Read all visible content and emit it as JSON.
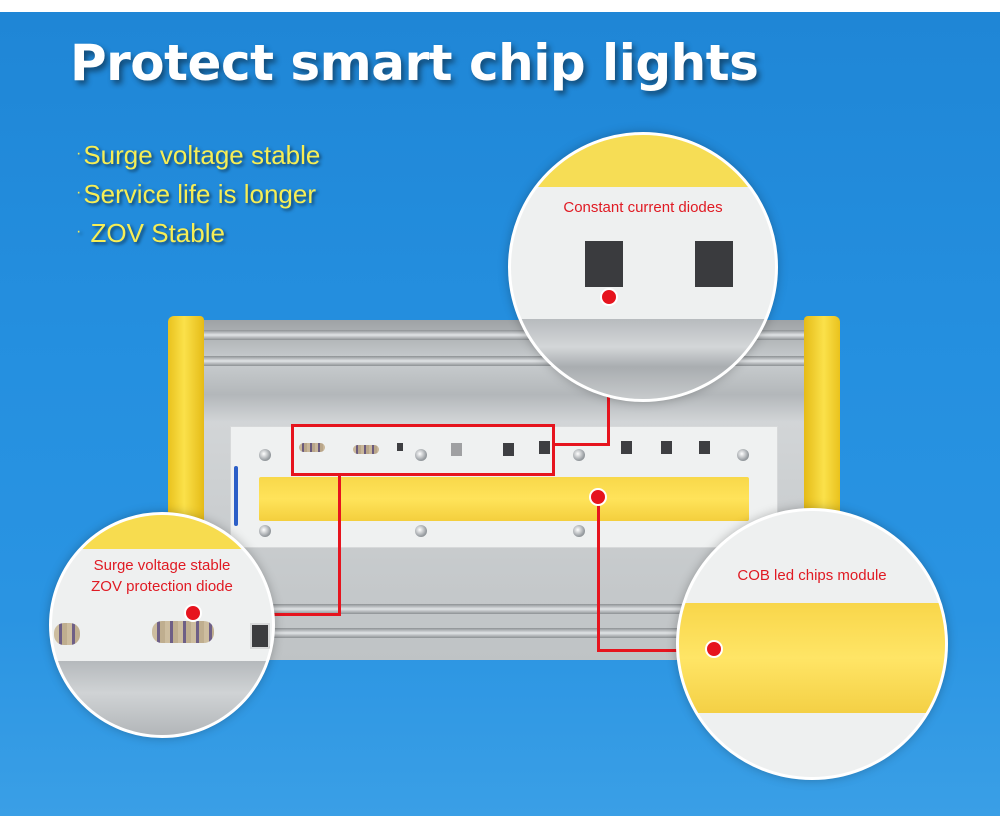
{
  "title": "Protect smart chip lights",
  "features": [
    {
      "bullet": "·",
      "text": "Surge voltage stable"
    },
    {
      "bullet": "·",
      "text": "Service life is longer"
    },
    {
      "bullet": "·",
      "text": " ZOV Stable"
    }
  ],
  "callouts": {
    "constant_current": {
      "label": "Constant current diodes"
    },
    "surge_protection": {
      "line1": "Surge voltage stable",
      "line2": "ZOV protection diode"
    },
    "cob_module": {
      "label": "COB led chips module"
    }
  },
  "colors": {
    "background": "#2590e0",
    "title_text": "#ffffff",
    "feature_text": "#f7ee55",
    "callout_red": "#e6141e",
    "housing_yellow": "#fbe14a",
    "cob_yellow": "#ffe35a"
  }
}
